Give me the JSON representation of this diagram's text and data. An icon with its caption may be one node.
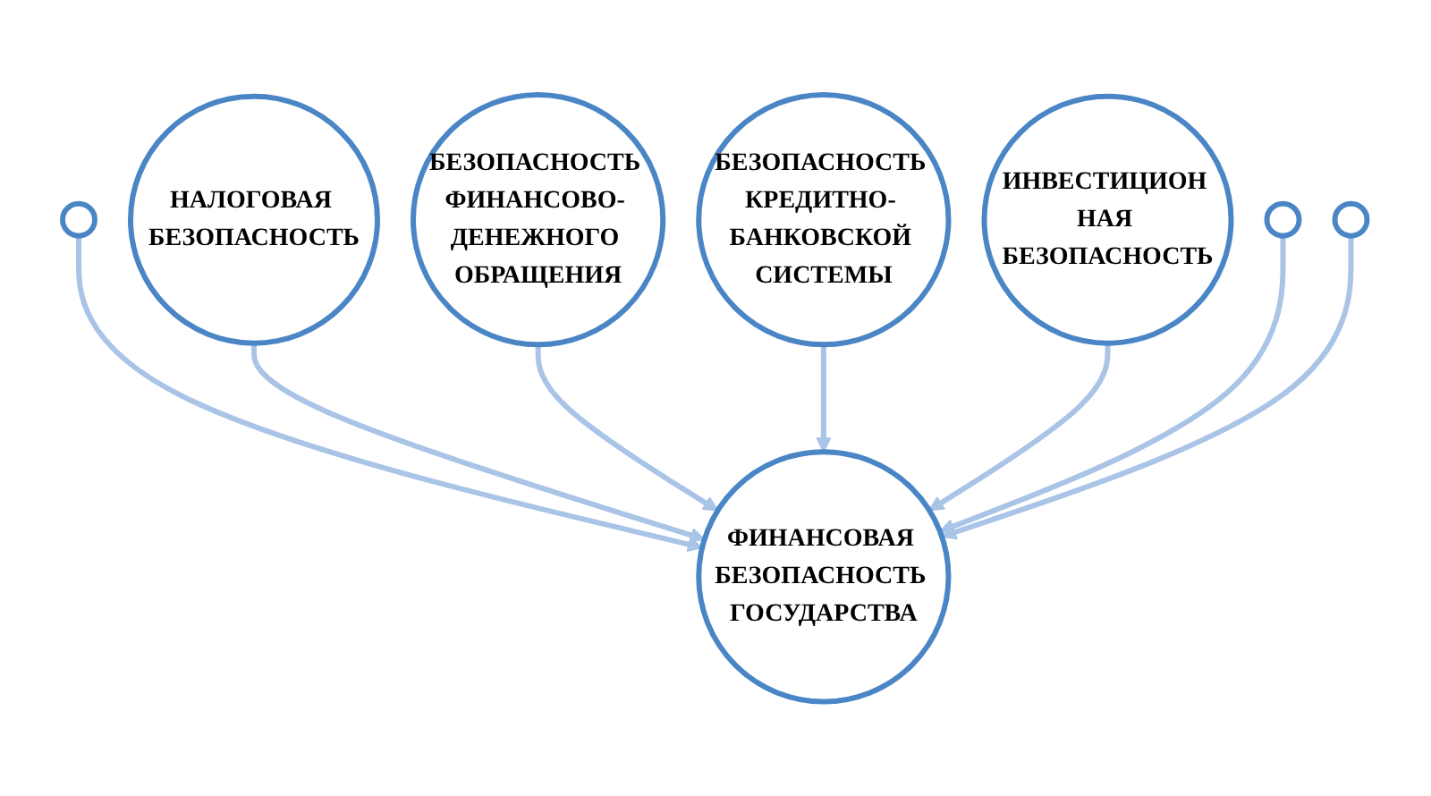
{
  "diagram": {
    "nodes": [
      {
        "text": [],
        "shape": "circle"
      },
      {
        "text": [
          "НАЛОГОВАЯ БЕЗОПАСНОСТЬ"
        ]
      },
      {
        "text": [
          "БЕЗОПАСНОСТЬ ФИНАНСОВО- ДЕНЕЖНОГО ОБРАЩЕНИЯ"
        ]
      },
      {
        "text": [
          "ФИНАНСОВАЯ БЕЗОПАСНОСТЬ ГОСУДАРСТВА"
        ]
      },
      {
        "text": [
          "БЕЗОПАСНОСТЬ КРЕДИТНО- БАНКОВСКОЙ СИСТЕМЫ"
        ]
      },
      {
        "text": [
          "ИНВЕСТИЦИОН НАЯ БЕЗОПАСНОСТЬ"
        ]
      },
      {
        "text": [],
        "shape": "circle"
      },
      {
        "text": [],
        "shape": "circle"
      }
    ],
    "edges": [
      {
        "from": 0,
        "to": 3,
        "arrow": "to"
      },
      {
        "from": 1,
        "to": 3,
        "arrow": "to"
      },
      {
        "from": 2,
        "to": 3,
        "arrow": "to"
      },
      {
        "from": 4,
        "to": 3,
        "arrow": "to"
      },
      {
        "from": 5,
        "to": 3,
        "arrow": "to"
      },
      {
        "from": 6,
        "to": 3,
        "arrow": "to"
      },
      {
        "from": 7,
        "to": 3,
        "arrow": "to"
      }
    ]
  }
}
